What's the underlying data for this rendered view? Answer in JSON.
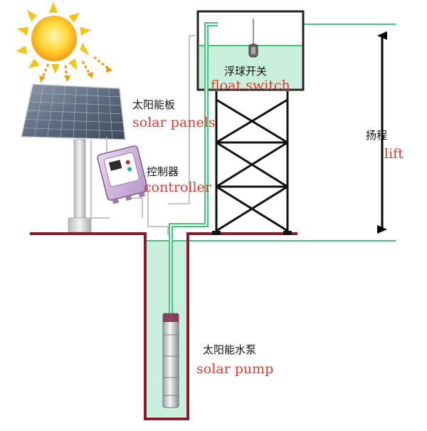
{
  "labels": {
    "float_switch": {
      "zh": "浮球开关",
      "en": "float switch"
    },
    "solar_panels": {
      "zh": "太阳能板",
      "en": "solar panels"
    },
    "controller": {
      "zh": "控制器",
      "en": "controller"
    },
    "lift": {
      "zh": "扬程",
      "en": "lift"
    },
    "solar_pump": {
      "zh": "太阳能水泵",
      "en": "solar pump"
    }
  },
  "colors": {
    "english_label": "#e03a2a",
    "chinese_label": "#111111",
    "ground": "#8b1a2a",
    "water": "#c8f0dc",
    "water_line": "#3cc878",
    "tank_frame": "#222222",
    "sun": "#f7c21a"
  },
  "icons": [
    "sun-icon",
    "solar-panel-icon",
    "controller-icon",
    "float-switch-icon",
    "pump-icon",
    "double-arrow-icon"
  ]
}
